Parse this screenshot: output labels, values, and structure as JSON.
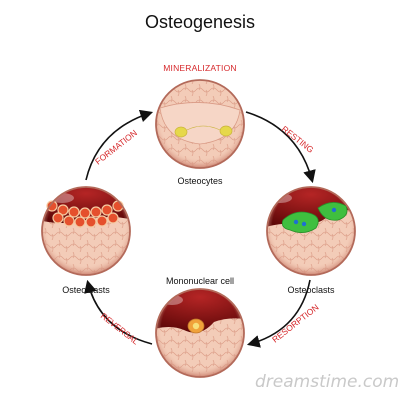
{
  "title": "Osteogenesis",
  "phases": {
    "mineralization": "MINERALIZATION",
    "resting": "RESTING",
    "resorption": "RESORPTION",
    "reversal": "REVERSAL",
    "formation": "FORMATION"
  },
  "cells": {
    "osteocytes": "Osteocytes",
    "osteoclasts": "Osteoclasts",
    "mononuclear": "Mononuclear cell",
    "osteoblasts": "Osteoblasts"
  },
  "watermark": "dreamstime.com",
  "colors": {
    "phase_text": "#d6282b",
    "bone_fill": "#f2c9b3",
    "bone_rim": "#d98f7e",
    "marrow_red": "#8c1212",
    "osteoclast_green": "#3fbf3f",
    "osteoblast_orange": "#e5502d",
    "osteocyte_yellow": "#e6d84a",
    "arrow": "#111111"
  }
}
